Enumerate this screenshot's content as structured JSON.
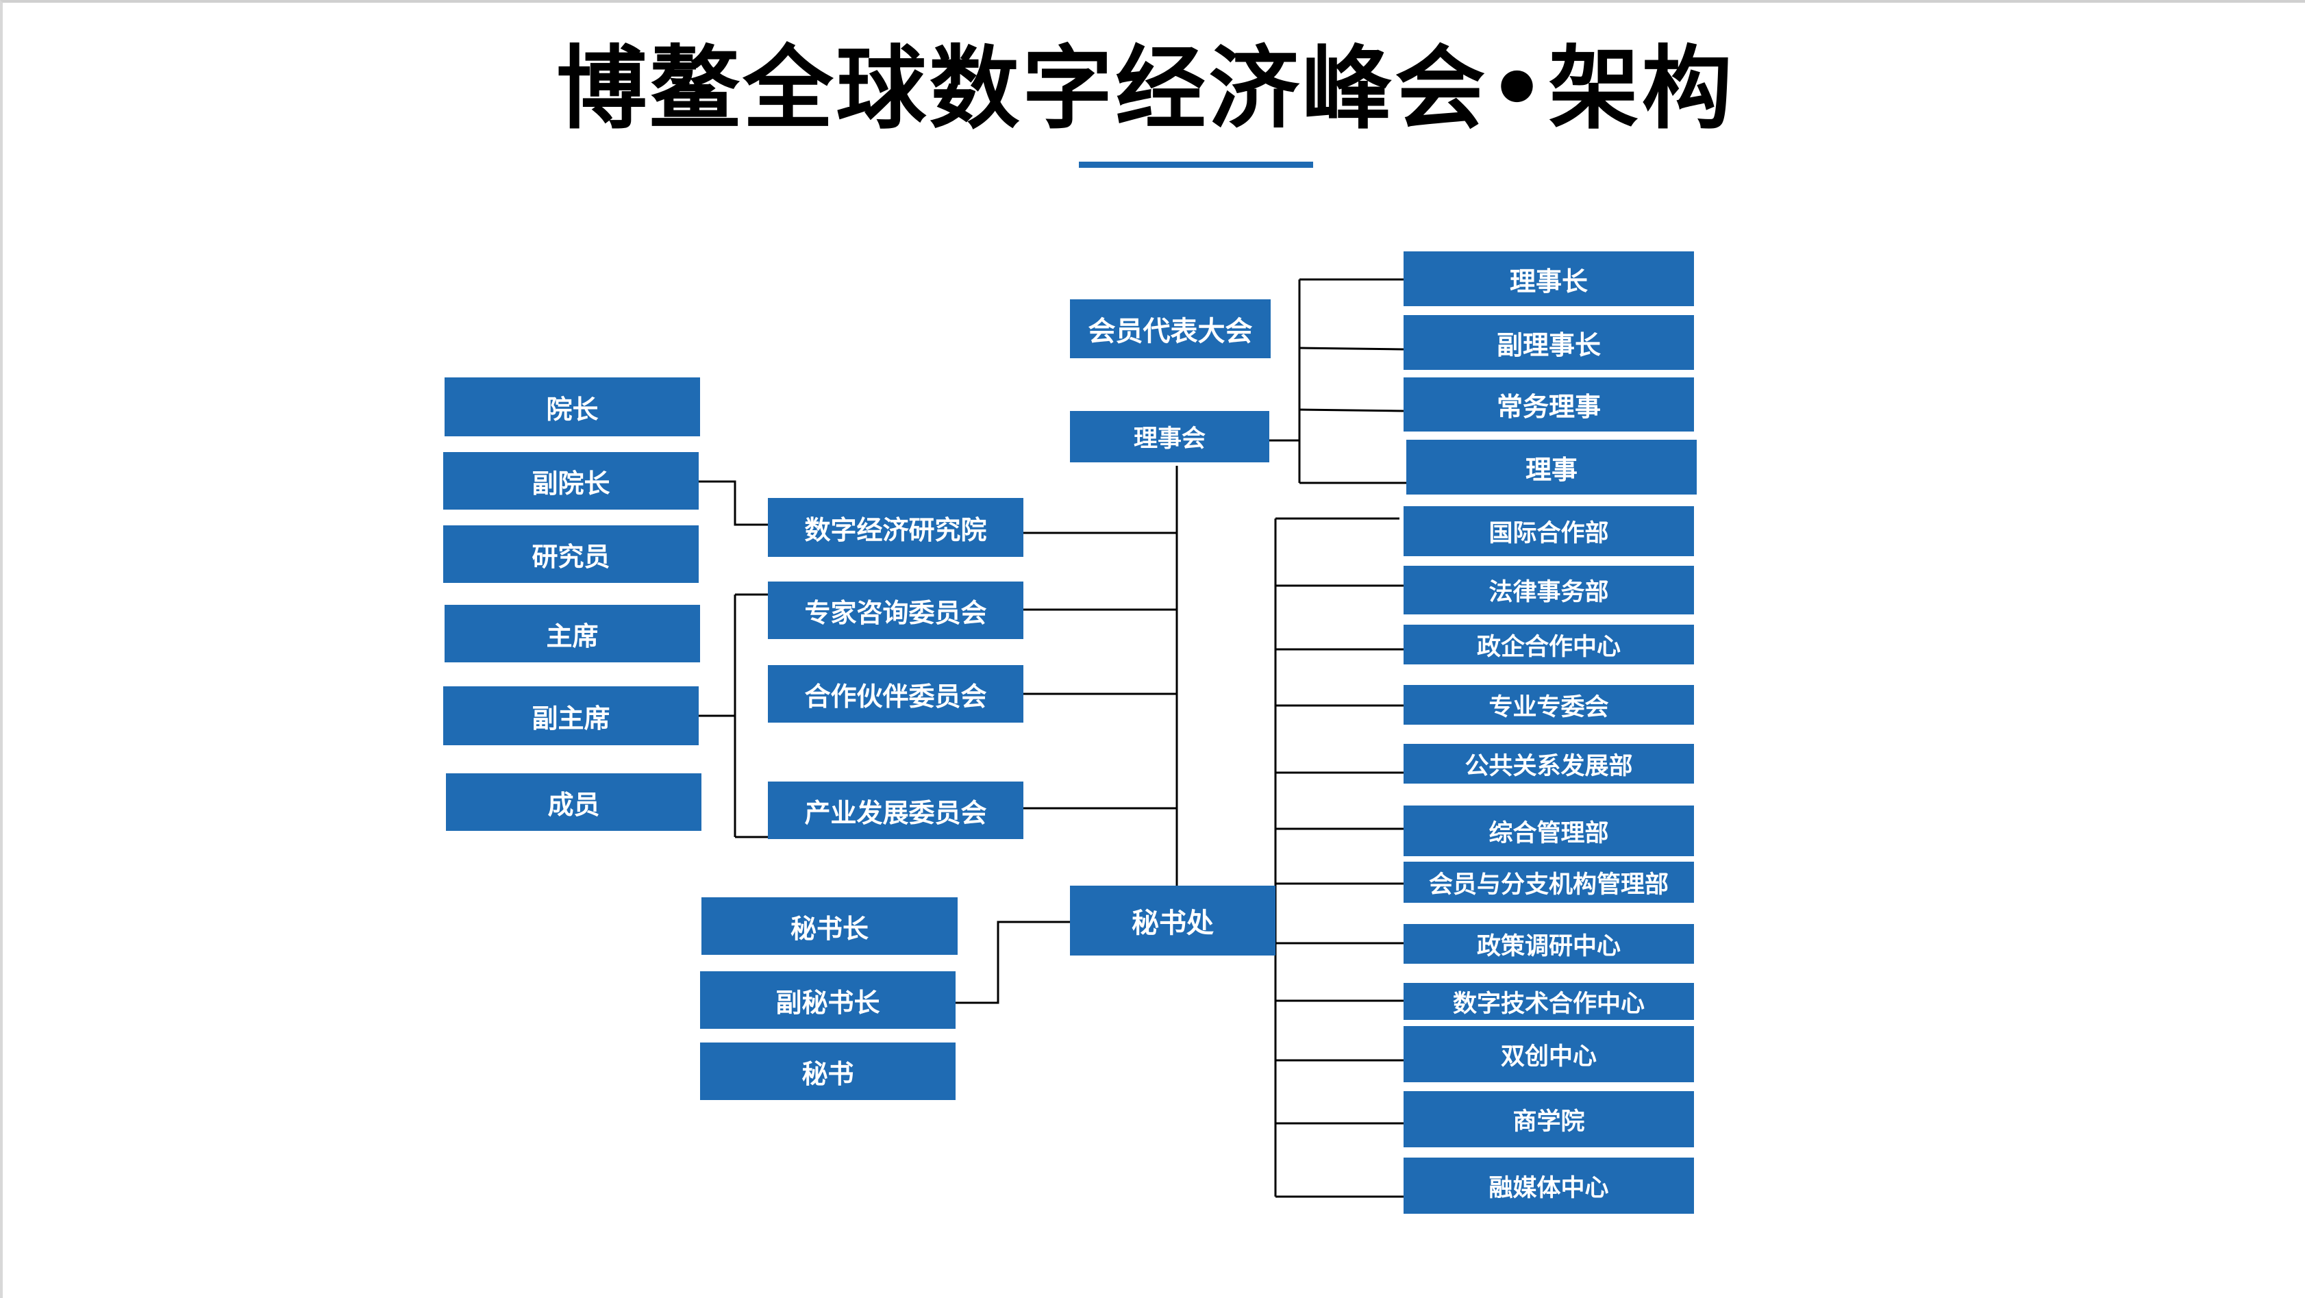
{
  "title": "博鳌全球数字经济峰会•架构",
  "colors": {
    "box": "#1f6bb3",
    "text": "#ffffff",
    "line": "#000000",
    "underline": "#1f6bb3"
  },
  "top": {
    "assembly": "会员代表大会",
    "council": "理事会",
    "secretariat": "秘书处"
  },
  "council_roles": [
    "理事长",
    "副理事长",
    "常务理事",
    "理事"
  ],
  "committees": [
    "数字经济研究院",
    "专家咨询委员会",
    "合作伙伴委员会",
    "产业发展委员会"
  ],
  "institute_roles": [
    "院长",
    "副院长",
    "研究员"
  ],
  "committee_roles": [
    "主席",
    "副主席",
    "成员"
  ],
  "secretariat_roles": [
    "秘书长",
    "副秘书长",
    "秘书"
  ],
  "departments": [
    "国际合作部",
    "法律事务部",
    "政企合作中心",
    "专业专委会",
    "公共关系发展部",
    "综合管理部",
    "会员与分支机构管理部",
    "政策调研中心",
    "数字技术合作中心",
    "双创中心",
    "商学院",
    "融媒体中心"
  ]
}
